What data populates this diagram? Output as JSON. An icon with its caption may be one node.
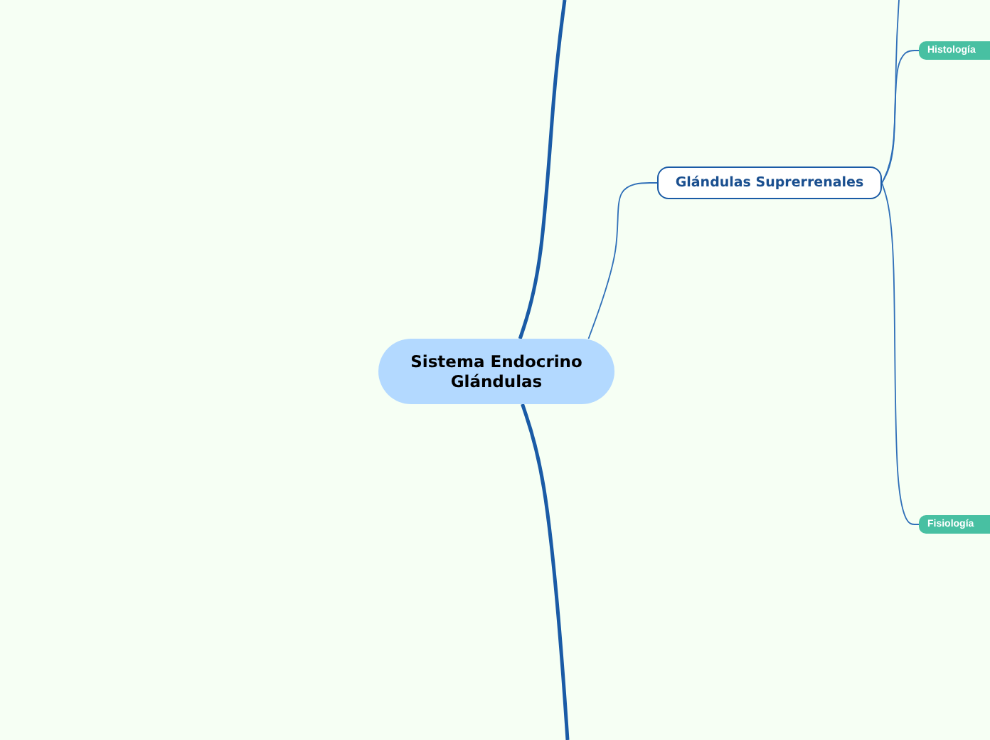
{
  "diagram": {
    "nodes": [
      {
        "text": [
          "Sistema Endocrino Glándulas"
        ]
      },
      {
        "text": [
          "Glándulas Suprerrenales"
        ]
      },
      {
        "text": [
          "Histología"
        ]
      },
      {
        "text": [
          "Fisiología"
        ]
      }
    ],
    "edges": [
      {
        "from": 0,
        "to": null,
        "arrow": "none",
        "style": "thick"
      },
      {
        "from": 0,
        "to": 1,
        "arrow": "none"
      },
      {
        "from": 0,
        "to": null,
        "arrow": "none",
        "style": "thick"
      },
      {
        "from": 1,
        "to": null,
        "arrow": "none"
      },
      {
        "from": 1,
        "to": 2,
        "arrow": "none"
      },
      {
        "from": 1,
        "to": 3,
        "arrow": "none"
      }
    ]
  }
}
